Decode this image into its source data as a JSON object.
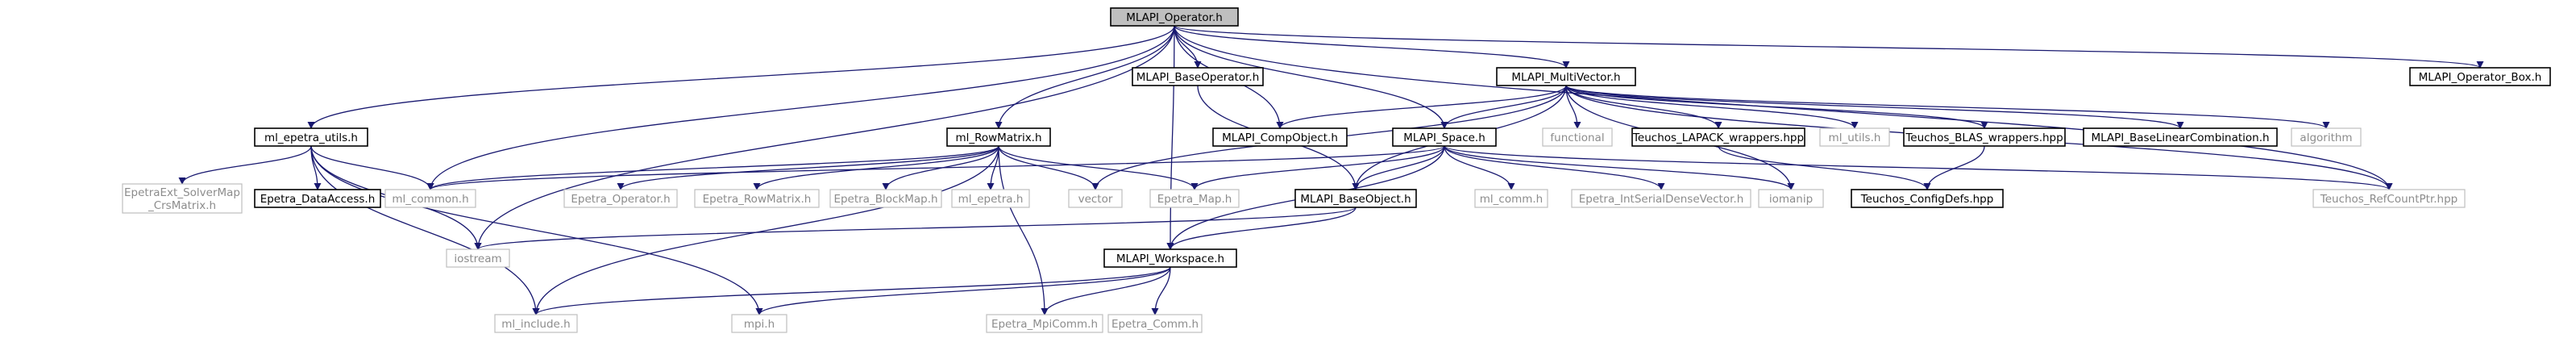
{
  "diagram": {
    "type": "include-dependency-graph",
    "colors": {
      "edge": "#191970",
      "root_fill": "#bfbfbf",
      "bold_border": "#000000",
      "light_border": "#bfbfbf",
      "light_text": "#8c8c8c"
    },
    "nodes": [
      {
        "id": "root",
        "label": "MLAPI_Operator.h",
        "style": "root"
      },
      {
        "id": "epetra_utils",
        "label": "ml_epetra_utils.h",
        "style": "bold"
      },
      {
        "id": "baseoperator",
        "label": "MLAPI_BaseOperator.h",
        "style": "bold"
      },
      {
        "id": "rowmatrix",
        "label": "ml_RowMatrix.h",
        "style": "bold"
      },
      {
        "id": "multivector",
        "label": "MLAPI_MultiVector.h",
        "style": "bold"
      },
      {
        "id": "operator_box",
        "label": "MLAPI_Operator_Box.h",
        "style": "bold"
      },
      {
        "id": "compobject",
        "label": "MLAPI_CompObject.h",
        "style": "bold"
      },
      {
        "id": "space",
        "label": "MLAPI_Space.h",
        "style": "bold"
      },
      {
        "id": "functional",
        "label": "functional",
        "style": "light"
      },
      {
        "id": "lapack",
        "label": "Teuchos_LAPACK_wrappers.hpp",
        "style": "bold"
      },
      {
        "id": "ml_utils",
        "label": "ml_utils.h",
        "style": "light"
      },
      {
        "id": "blas",
        "label": "Teuchos_BLAS_wrappers.hpp",
        "style": "bold"
      },
      {
        "id": "baselinear",
        "label": "MLAPI_BaseLinearCombination.h",
        "style": "bold"
      },
      {
        "id": "algorithm",
        "label": "algorithm",
        "style": "light"
      },
      {
        "id": "solvermap",
        "label": "EpetraExt_SolverMap\n_CrsMatrix.h",
        "style": "light"
      },
      {
        "id": "dataaccess",
        "label": "Epetra_DataAccess.h",
        "style": "bold"
      },
      {
        "id": "ml_common",
        "label": "ml_common.h",
        "style": "light"
      },
      {
        "id": "ep_operator",
        "label": "Epetra_Operator.h",
        "style": "light"
      },
      {
        "id": "ep_rowmatrix",
        "label": "Epetra_RowMatrix.h",
        "style": "light"
      },
      {
        "id": "ep_blockmap",
        "label": "Epetra_BlockMap.h",
        "style": "light"
      },
      {
        "id": "ml_epetra",
        "label": "ml_epetra.h",
        "style": "light"
      },
      {
        "id": "vector",
        "label": "vector",
        "style": "light"
      },
      {
        "id": "ep_map",
        "label": "Epetra_Map.h",
        "style": "light"
      },
      {
        "id": "baseobject",
        "label": "MLAPI_BaseObject.h",
        "style": "bold"
      },
      {
        "id": "ml_comm",
        "label": "ml_comm.h",
        "style": "light"
      },
      {
        "id": "intserial",
        "label": "Epetra_IntSerialDenseVector.h",
        "style": "light"
      },
      {
        "id": "iomanip",
        "label": "iomanip",
        "style": "light"
      },
      {
        "id": "configdefs",
        "label": "Teuchos_ConfigDefs.hpp",
        "style": "bold"
      },
      {
        "id": "refcountptr",
        "label": "Teuchos_RefCountPtr.hpp",
        "style": "light"
      },
      {
        "id": "iostream",
        "label": "iostream",
        "style": "light"
      },
      {
        "id": "workspace",
        "label": "MLAPI_Workspace.h",
        "style": "bold"
      },
      {
        "id": "ml_include",
        "label": "ml_include.h",
        "style": "light"
      },
      {
        "id": "mpi",
        "label": "mpi.h",
        "style": "light"
      },
      {
        "id": "ep_mpicomm",
        "label": "Epetra_MpiComm.h",
        "style": "light"
      },
      {
        "id": "ep_comm",
        "label": "Epetra_Comm.h",
        "style": "light"
      }
    ],
    "edges": [
      [
        "root",
        "epetra_utils"
      ],
      [
        "root",
        "ml_common"
      ],
      [
        "root",
        "iostream"
      ],
      [
        "root",
        "rowmatrix"
      ],
      [
        "root",
        "baseoperator"
      ],
      [
        "root",
        "compobject"
      ],
      [
        "root",
        "workspace"
      ],
      [
        "root",
        "space"
      ],
      [
        "root",
        "multivector"
      ],
      [
        "root",
        "operator_box"
      ],
      [
        "root",
        "refcountptr"
      ],
      [
        "epetra_utils",
        "solvermap"
      ],
      [
        "epetra_utils",
        "dataaccess"
      ],
      [
        "epetra_utils",
        "ml_common"
      ],
      [
        "epetra_utils",
        "iostream"
      ],
      [
        "epetra_utils",
        "ml_include"
      ],
      [
        "epetra_utils",
        "mpi"
      ],
      [
        "rowmatrix",
        "ml_common"
      ],
      [
        "rowmatrix",
        "ep_operator"
      ],
      [
        "rowmatrix",
        "ep_rowmatrix"
      ],
      [
        "rowmatrix",
        "ep_blockmap"
      ],
      [
        "rowmatrix",
        "ml_epetra"
      ],
      [
        "rowmatrix",
        "vector"
      ],
      [
        "rowmatrix",
        "ep_map"
      ],
      [
        "rowmatrix",
        "ml_include"
      ],
      [
        "rowmatrix",
        "ep_mpicomm"
      ],
      [
        "baseoperator",
        "baseobject"
      ],
      [
        "multivector",
        "compobject"
      ],
      [
        "multivector",
        "space"
      ],
      [
        "multivector",
        "baseobject"
      ],
      [
        "multivector",
        "vector"
      ],
      [
        "multivector",
        "functional"
      ],
      [
        "multivector",
        "lapack"
      ],
      [
        "multivector",
        "ml_utils"
      ],
      [
        "multivector",
        "blas"
      ],
      [
        "multivector",
        "baselinear"
      ],
      [
        "multivector",
        "algorithm"
      ],
      [
        "multivector",
        "iomanip"
      ],
      [
        "multivector",
        "refcountptr"
      ],
      [
        "space",
        "ml_common"
      ],
      [
        "space",
        "ep_map"
      ],
      [
        "space",
        "baseobject"
      ],
      [
        "space",
        "ml_comm"
      ],
      [
        "space",
        "intserial"
      ],
      [
        "space",
        "iomanip"
      ],
      [
        "space",
        "refcountptr"
      ],
      [
        "space",
        "workspace"
      ],
      [
        "lapack",
        "configdefs"
      ],
      [
        "blas",
        "configdefs"
      ],
      [
        "baseobject",
        "iostream"
      ],
      [
        "baseobject",
        "workspace"
      ],
      [
        "workspace",
        "ml_include"
      ],
      [
        "workspace",
        "mpi"
      ],
      [
        "workspace",
        "ep_mpicomm"
      ],
      [
        "workspace",
        "ep_comm"
      ]
    ]
  }
}
